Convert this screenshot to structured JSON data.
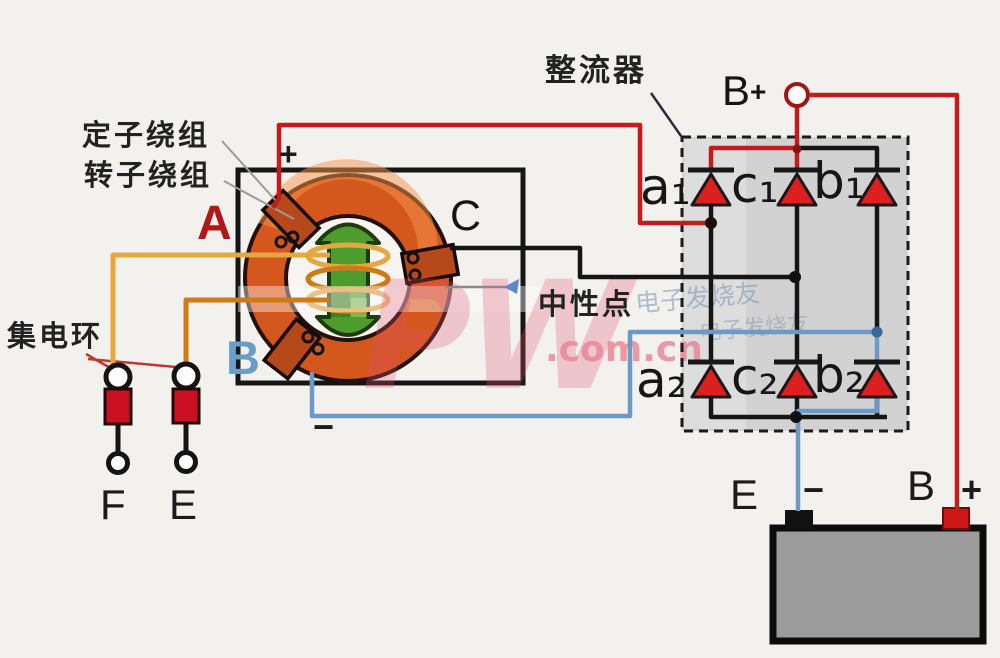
{
  "diagram": {
    "labels": {
      "stator_winding": "定子绕组",
      "rotor_winding": "转子绕组",
      "slip_ring": "集电环",
      "rectifier": "整流器",
      "neutral_point": "中性点",
      "phase_a": "A",
      "phase_b": "B",
      "phase_c": "C",
      "stator_plus": "+",
      "stator_minus": "−",
      "bplus_letter": "B",
      "bplus_sign": "+",
      "diode_a1": "a₁",
      "diode_c1": "c₁",
      "diode_b1": "b₁",
      "diode_a2": "a₂",
      "diode_c2": "c₂",
      "diode_b2": "b₂",
      "brush_f": "F",
      "brush_e": "E",
      "battery_e": "E",
      "battery_minus": "−",
      "battery_b": "B",
      "battery_plus": "+"
    },
    "watermark": {
      "brand": "PW",
      "site": ".com.cn",
      "script_text": "电子发烧友",
      "script_text2": "电子发烧友"
    },
    "colors": {
      "wire_red": "#c81a1a",
      "wire_black": "#151515",
      "wire_blue": "#6b9ac7",
      "wire_gold": "#e3a83f",
      "wire_orange": "#cd7a17",
      "ring_orange": "#d4571e",
      "winding_dark_orange": "#b5491a",
      "rotor_green": "#4f9c2e",
      "diode_red": "#dc1f1f",
      "rectifier_fill": "#d2d2d2",
      "battery_gray": "#9b9b9b",
      "brush_red": "#cb1021",
      "label_blue": "#6b9dc9",
      "label_red": "#b21717",
      "watermark_pink": "#eb9fae",
      "background": "#f3f1ee"
    }
  }
}
